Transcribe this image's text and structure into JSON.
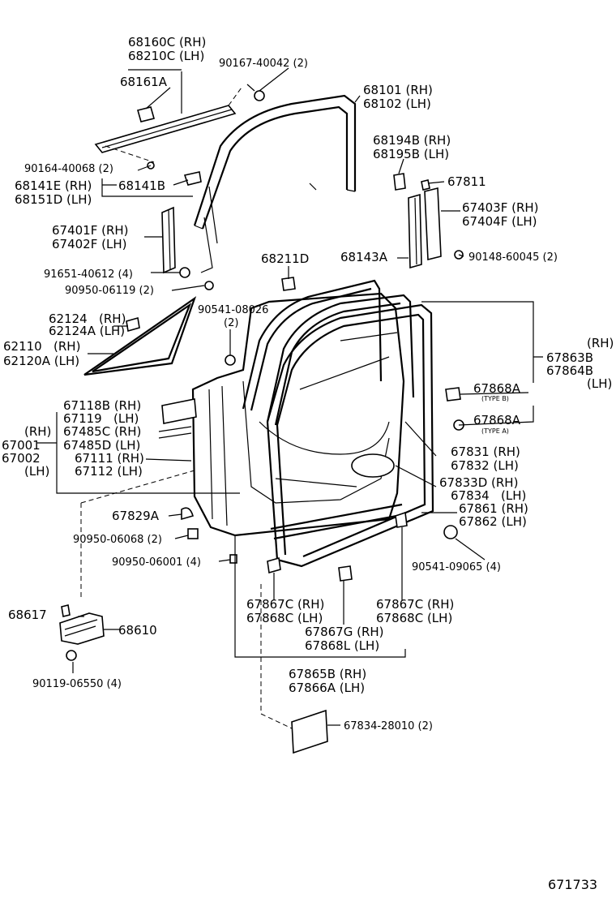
{
  "diagram_id": "671733",
  "labels": [
    "68160C (RH)",
    "68210C (LH)",
    "90167-40042 (2)",
    "68161A",
    "68101 (RH)",
    "68102 (LH)",
    "68194B (RH)",
    "68195B (LH)",
    "90164-40068 (2)",
    "68141E (RH)",
    "68151D (LH)",
    "68141B",
    "67811",
    "67403F (RH)",
    "67404F (LH)",
    "67401F (RH)",
    "67402F (LH)",
    "68143A",
    "90148-60045 (2)",
    "91651-40612 (4)",
    "68211D",
    "90950-06119 (2)",
    "90541-08026",
    "(2)",
    "62124   (RH)",
    "62124A (LH)",
    "62110   (RH)",
    "62120A (LH)",
    "(RH)",
    "67863B",
    "67864B",
    "(LH)",
    "67868A",
    "(TYPE B)",
    "67118B (RH)",
    "67119   (LH)",
    "(RH)",
    "67485C (RH)",
    "67001",
    "67485D (LH)",
    "67002",
    "67111 (RH)",
    "(LH)",
    "67112 (LH)",
    "67868A",
    "(TYPE A)",
    "67831 (RH)",
    "67832 (LH)",
    "67833D (RH)",
    "67834   (LH)",
    "67829A",
    "67861 (RH)",
    "67862 (LH)",
    "90950-06068 (2)",
    "90950-06001 (4)",
    "90541-09065 (4)",
    "68617",
    "68610",
    "67867C (RH)",
    "67868C (LH)",
    "67867C (RH)",
    "67868C (LH)",
    "67867G (RH)",
    "67868L (LH)",
    "90119-06550 (4)",
    "67865B (RH)",
    "67866A (LH)",
    "67834-28010 (2)"
  ]
}
